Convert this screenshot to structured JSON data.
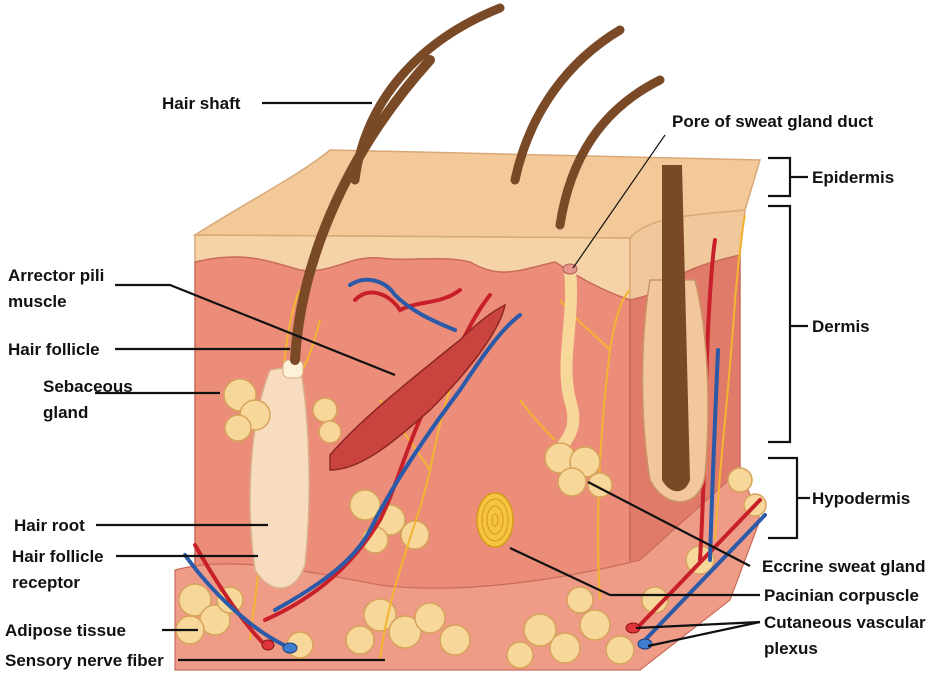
{
  "labels": {
    "hair_shaft": "Hair shaft",
    "pore": "Pore of sweat gland duct",
    "arrector_line1": "Arrector pili",
    "arrector_line2": "muscle",
    "hair_follicle": "Hair follicle",
    "sebaceous_line1": "Sebaceous",
    "sebaceous_line2": "gland",
    "hair_root": "Hair root",
    "follicle_receptor_line1": "Hair follicle",
    "follicle_receptor_line2": "receptor",
    "adipose": "Adipose tissue",
    "sensory_nerve": "Sensory nerve fiber",
    "epidermis": "Epidermis",
    "dermis": "Dermis",
    "hypodermis": "Hypodermis",
    "eccrine": "Eccrine sweat gland",
    "pacinian": "Pacinian corpuscle",
    "vascular_line1": "Cutaneous vascular",
    "vascular_line2": "plexus"
  },
  "colors": {
    "epidermis": "#f6d3a6",
    "dermis_front": "#ec8d7a",
    "dermis_side": "#e07b69",
    "hypodermis": "#f7d79a",
    "hair": "#7a4a26",
    "artery": "#c8202a",
    "vein": "#2a5aa8",
    "nerve": "#f2b531"
  }
}
